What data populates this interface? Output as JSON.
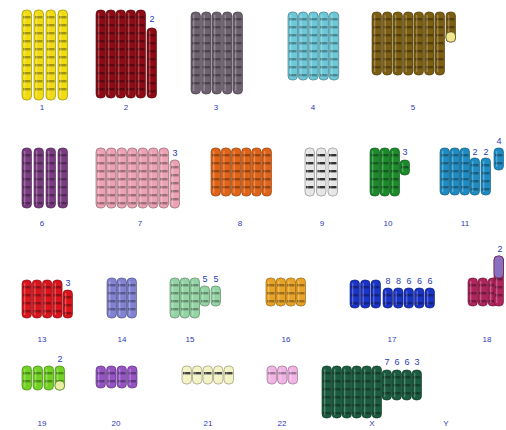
{
  "diagram": {
    "labels": [
      "1",
      "2",
      "2",
      "3",
      "4",
      "5",
      "6",
      "3",
      "7",
      "8",
      "9",
      "3",
      "10",
      "4",
      "2",
      "2",
      "11",
      "3",
      "13",
      "14",
      "5",
      "5",
      "15",
      "16",
      "8",
      "8",
      "6",
      "6",
      "6",
      "17",
      "2",
      "18",
      "2",
      "19",
      "20",
      "21",
      "22",
      "7",
      "6",
      "6",
      "3",
      "X",
      "Y"
    ]
  }
}
